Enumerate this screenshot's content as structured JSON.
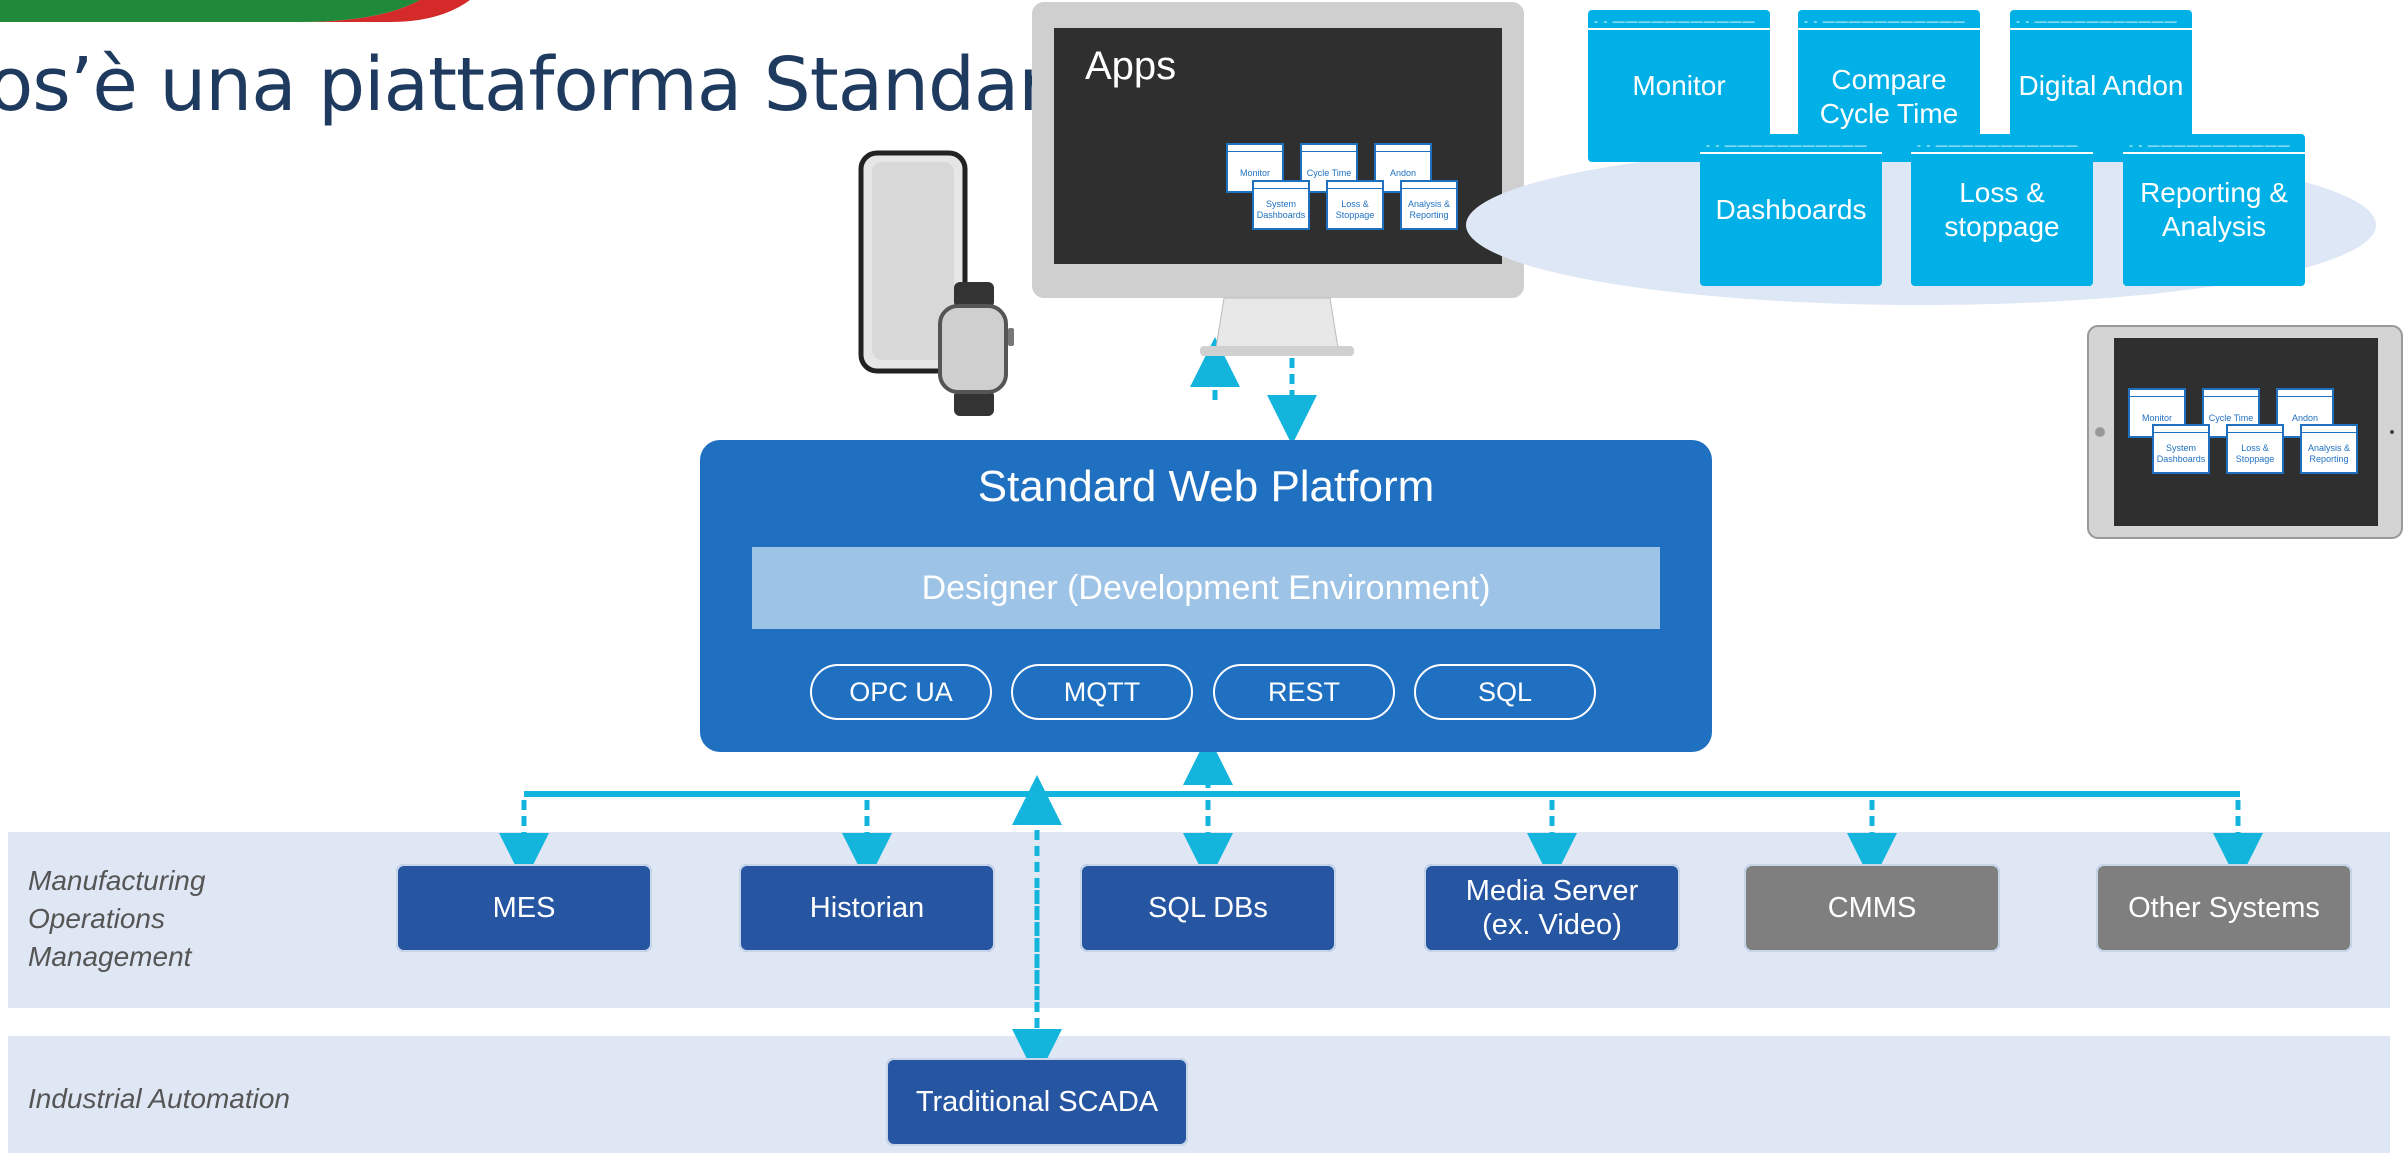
{
  "title": "os’è una piattaforma Standard",
  "monitor_label": "Apps",
  "app_tiles": [
    "Monitor",
    "Compare Cycle Time",
    "Digital Andon",
    "Dashboards",
    "Loss & stoppage",
    "Reporting & Analysis"
  ],
  "mini_apps": [
    "Monitor",
    "Cycle Time",
    "Andon",
    "System Dashboards",
    "Loss & Stoppage",
    "Analysis & Reporting"
  ],
  "platform": {
    "title": "Standard Web Platform",
    "designer": "Designer (Development Environment)",
    "protocols": [
      "OPC UA",
      "MQTT",
      "REST",
      "SQL"
    ]
  },
  "bands": {
    "operations": "Manufacturing\nOperations\nManagement",
    "automation": "Industrial Automation"
  },
  "systems": [
    "MES",
    "Historian",
    "SQL DBs",
    "Media Server (ex. Video)",
    "CMMS",
    "Other Systems"
  ],
  "scada": "Traditional SCADA",
  "colors": {
    "platform": "#1f70c1",
    "app_tile": "#00b0e6",
    "system_blue": "#2655a1",
    "system_gray": "#7f7f7f",
    "connector": "#13b5dd",
    "band": "#dfe7f4"
  }
}
